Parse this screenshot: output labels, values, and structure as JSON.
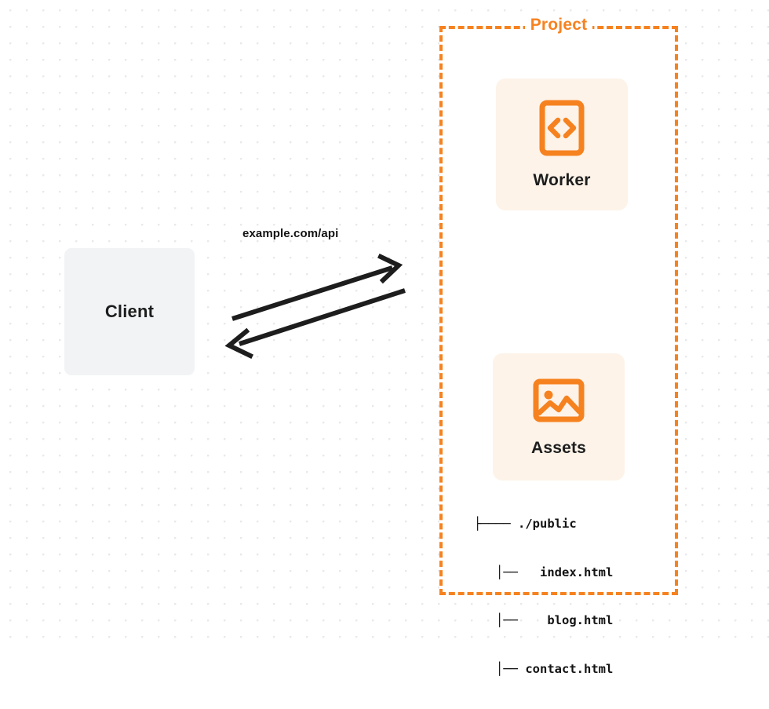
{
  "diagram": {
    "title": "Client to Project (Worker and Assets) request flow",
    "colors": {
      "accent_orange": "#f6821f",
      "card_background": "#fdf3e9",
      "client_background": "#f2f3f5",
      "text_dark": "#1d1d1d",
      "canvas_background": "#ffffff",
      "grid_dot": "#e9e9ec"
    }
  },
  "client": {
    "label": "Client"
  },
  "connection": {
    "request_label": "example.com/api",
    "arrow_to_project": "arrow-right",
    "arrow_to_client": "arrow-left"
  },
  "project": {
    "title": "Project",
    "services": [
      {
        "label": "Worker",
        "icon": "code-brackets-icon"
      },
      {
        "label": "Assets",
        "icon": "image-icon"
      }
    ],
    "file_tree": [
      {
        "branch": "├────",
        "name": "./public"
      },
      {
        "branch": "   │──",
        "name": "  index.html"
      },
      {
        "branch": "   │──",
        "name": "   blog.html"
      },
      {
        "branch": "   │──",
        "name": "contact.html"
      }
    ]
  }
}
